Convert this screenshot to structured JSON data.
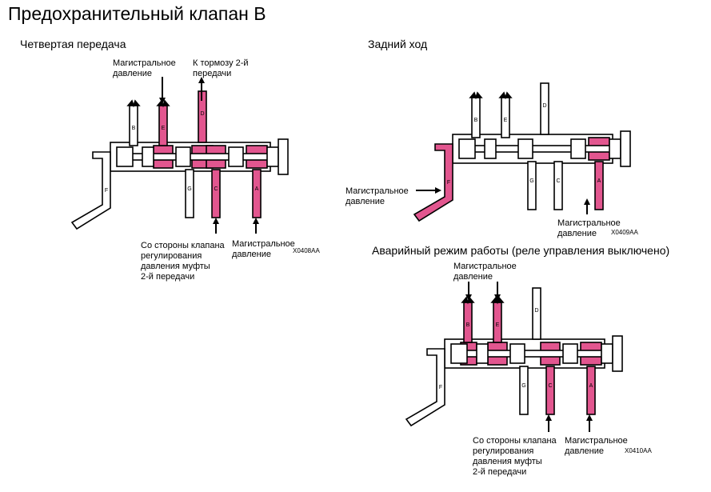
{
  "page_title": "Предохранительный клапан В",
  "colors": {
    "pressure": "#e2568f",
    "outline": "#000000",
    "background": "#ffffff"
  },
  "panels": {
    "fourth_gear": {
      "title": "Четвертая передача",
      "callouts": {
        "line_pressure_top": "Магистральное\nдавление",
        "brake_2nd": "К тормозу 2-й\nпередачи",
        "clutch_reg_valve": "Со стороны клапана\nрегулирования\nдавления муфты\n2-й передачи",
        "line_pressure_bottom": "Магистральное\nдавление"
      },
      "code": "X0408AA",
      "port_labels": [
        "B",
        "E",
        "D",
        "F",
        "G",
        "C",
        "A"
      ],
      "pressurized_ports": [
        "E",
        "D",
        "C",
        "A"
      ]
    },
    "reverse": {
      "title": "Задний ход",
      "callouts": {
        "line_pressure_left": "Магистральное\nдавление",
        "line_pressure_bottom": "Магистральное\nдавление"
      },
      "code": "X0409AA",
      "port_labels": [
        "B",
        "E",
        "D",
        "F",
        "G",
        "C",
        "A"
      ],
      "pressurized_ports": [
        "F",
        "A"
      ]
    },
    "failsafe": {
      "title": "Аварийный режим работы (реле управления выключено)",
      "callouts": {
        "line_pressure_top": "Магистральное\nдавление",
        "clutch_reg_valve": "Со стороны клапана\nрегулирования\nдавления муфты\n2-й передачи",
        "line_pressure_bottom": "Магистральное\nдавление"
      },
      "code": "X0410AA",
      "port_labels": [
        "B",
        "E",
        "D",
        "F",
        "G",
        "C",
        "A"
      ],
      "pressurized_ports": [
        "B",
        "E",
        "C",
        "A"
      ]
    }
  }
}
